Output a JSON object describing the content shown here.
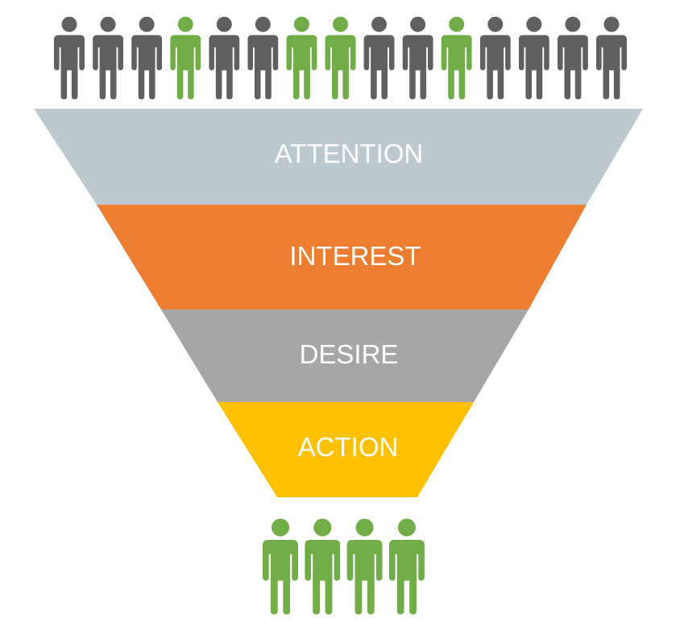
{
  "funnel": {
    "stages": [
      {
        "label": "ATTENTION",
        "color": "#bcc9cf",
        "text_color": "#e7ecee"
      },
      {
        "label": "INTEREST",
        "color": "#ed7d31",
        "text_color": "#ffffff"
      },
      {
        "label": "DESIRE",
        "color": "#a6a6a6",
        "text_color": "#e8e8e8"
      },
      {
        "label": "ACTION",
        "color": "#ffc000",
        "text_color": "#fdf1d0"
      }
    ]
  },
  "top_row": {
    "people": [
      "gray",
      "gray",
      "gray",
      "green",
      "gray",
      "gray",
      "green",
      "green",
      "gray",
      "gray",
      "green",
      "gray",
      "gray",
      "gray",
      "gray"
    ]
  },
  "bottom_row": {
    "people": [
      "green",
      "green",
      "green",
      "green"
    ]
  },
  "colors": {
    "gray": "#606060",
    "green": "#70ad47"
  }
}
